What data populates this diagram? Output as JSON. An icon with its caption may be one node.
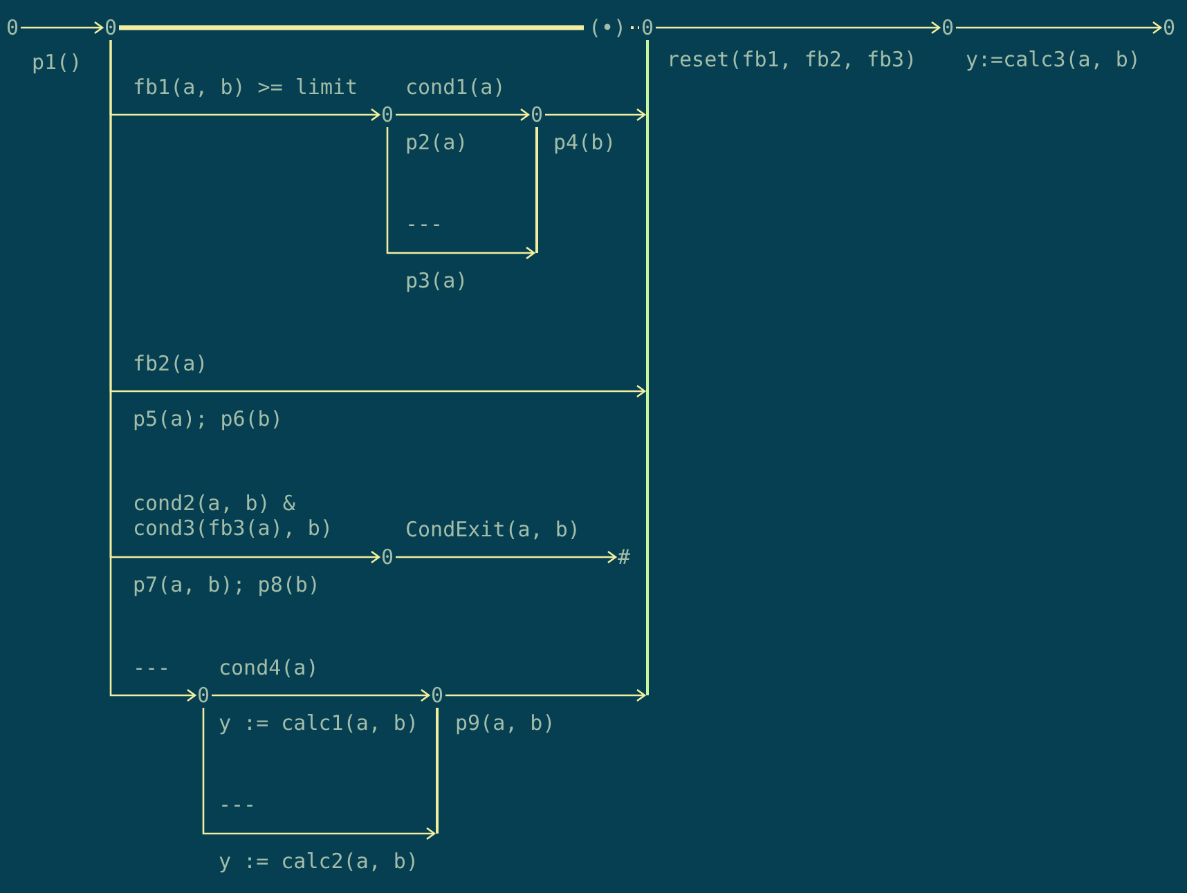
{
  "diagram": {
    "nodes": [
      {
        "text": [
          "0"
        ]
      },
      {
        "text": [
          "0"
        ]
      },
      {
        "text": [
          "(•)"
        ]
      },
      {
        "text": [
          "0"
        ]
      },
      {
        "text": [
          "0"
        ]
      },
      {
        "text": [
          "0"
        ]
      },
      {
        "text": [
          "0"
        ]
      },
      {
        "text": [
          "0"
        ]
      },
      {
        "text": [
          "0"
        ]
      },
      {
        "text": [
          "#"
        ]
      },
      {
        "text": [
          "0"
        ]
      },
      {
        "text": [
          "0"
        ]
      },
      {
        "text": [],
        "shape": "bar"
      },
      {
        "text": [],
        "shape": "bar"
      },
      {
        "text": [],
        "shape": "bar"
      }
    ],
    "edges": [
      {
        "from": 0,
        "to": 1,
        "arrow": "to",
        "label": "p1()"
      },
      {
        "from": 1,
        "to": 2,
        "arrow": "none",
        "style": "thick"
      },
      {
        "from": 2,
        "to": 3,
        "arrow": "none",
        "style": "dashed"
      },
      {
        "from": 3,
        "to": 4,
        "arrow": "to",
        "label": "reset(fb1, fb2, fb3)"
      },
      {
        "from": 4,
        "to": 5,
        "arrow": "to",
        "label": "y:=calc3(a, b)"
      },
      {
        "from": 1,
        "to": 6,
        "arrow": "to",
        "label": "fb1(a, b) >= limit"
      },
      {
        "from": 6,
        "to": 7,
        "arrow": "to",
        "label": "cond1(a)"
      },
      {
        "from": 7,
        "to": 12,
        "arrow": "to",
        "label": "p4(b)"
      },
      {
        "from": 6,
        "to": 13,
        "arrow": "to",
        "label": "---"
      },
      {
        "from": 1,
        "to": 12,
        "arrow": "to",
        "label": "fb2(a)"
      },
      {
        "from": 1,
        "to": 8,
        "arrow": "to",
        "label": "cond2(a, b) & cond3(fb3(a), b)"
      },
      {
        "from": 8,
        "to": 9,
        "arrow": "to",
        "label": "CondExit(a, b)"
      },
      {
        "from": 1,
        "to": 10,
        "arrow": "to",
        "label": "---"
      },
      {
        "from": 10,
        "to": 11,
        "arrow": "to",
        "label": "cond4(a)"
      },
      {
        "from": 10,
        "to": 14,
        "arrow": "to",
        "label": "---"
      },
      {
        "from": 11,
        "to": 12,
        "arrow": "to",
        "label": "p9(a, b)"
      }
    ],
    "labels": [
      "p2(a)",
      "p3(a)",
      "p5(a); p6(b)",
      "p7(a, b); p8(b)",
      "y := calc1(a, b)",
      "y := calc2(a, b)"
    ]
  }
}
